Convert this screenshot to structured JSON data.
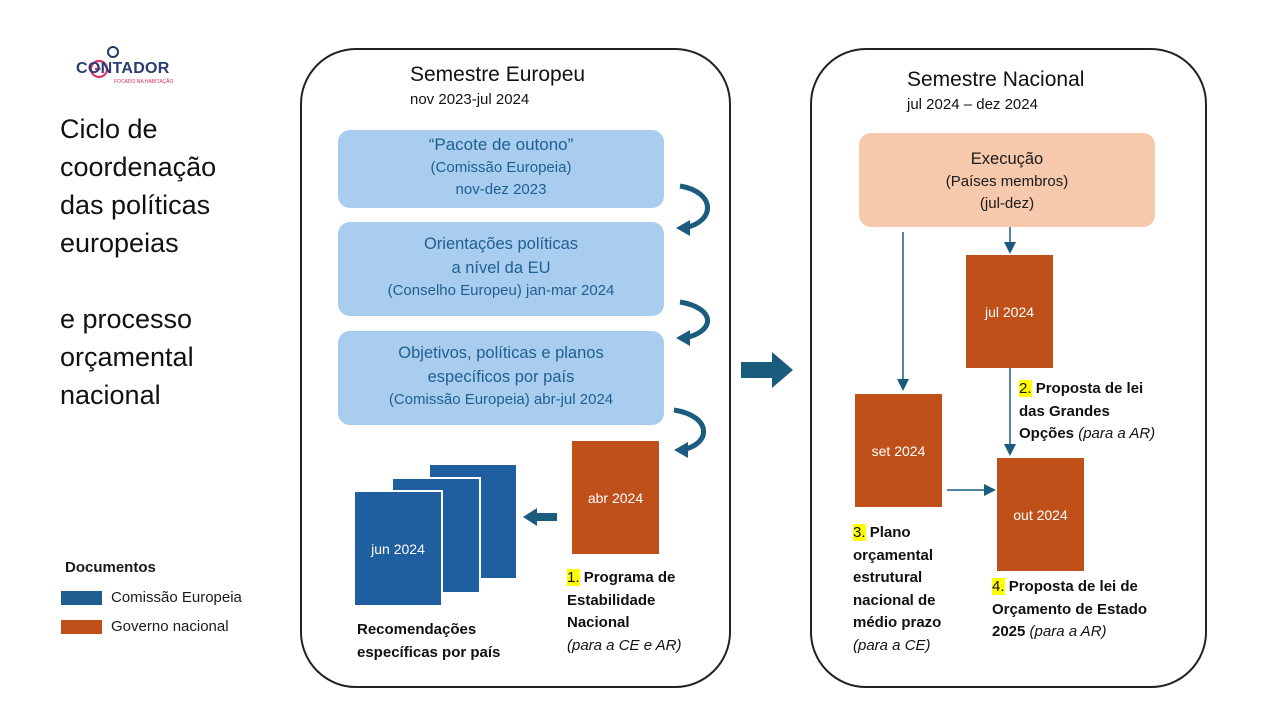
{
  "logo": {
    "text": "CONTADOR",
    "tagline": "FOCADO NA HABITAÇÃO"
  },
  "main_title": {
    "lines": [
      "Ciclo de",
      "coordenação",
      "das políticas",
      "europeias",
      "",
      "e processo",
      "orçamental",
      "nacional"
    ]
  },
  "legend": {
    "title": "Documentos",
    "items": [
      {
        "label": "Comissão Europeia",
        "color": "#1f5f8f"
      },
      {
        "label": "Governo nacional",
        "color": "#c0501a"
      }
    ]
  },
  "eu_panel": {
    "title": "Semestre Europeu",
    "dates": "nov 2023-jul 2024",
    "boxes": [
      {
        "line1": "“Pacote de outono”",
        "line2": "(Comissão Europeia)",
        "line3": "nov-dez 2023"
      },
      {
        "line1": "Orientações políticas",
        "line2": "a nível da EU",
        "line3": "(Conselho Europeu) jan-mar 2024"
      },
      {
        "line1": "Objetivos, políticas e planos",
        "line2": "específicos por país",
        "line3": "(Comissão Europeia) abr-jul 2024"
      }
    ],
    "doc_orange": "abr 2024",
    "doc_blue": "jun 2024",
    "caption_1": {
      "num": "1.",
      "bold1": "Programa de",
      "bold2": "Estabilidade",
      "bold3": "Nacional",
      "italic": "(para a CE e AR)"
    },
    "caption_blue": {
      "line1": "Recomendações",
      "line2": "específicas por país"
    }
  },
  "nat_panel": {
    "title": "Semestre Nacional",
    "dates": "jul 2024 – dez 2024",
    "exec": {
      "line1": "Execução",
      "line2": "(Países membros)",
      "line3": "(jul-dez)"
    },
    "doc_jul": "jul 2024",
    "doc_set": "set 2024",
    "doc_out": "out 2024",
    "caption_2": {
      "num": "2.",
      "bold1": "Proposta de lei",
      "bold2": "das Grandes",
      "bold3": "Opções",
      "italic": "(para a AR)"
    },
    "caption_3": {
      "num": "3.",
      "bold1": "Plano",
      "bold2": "orçamental",
      "bold3": "estrutural",
      "bold4": "nacional de",
      "bold5": "médio prazo",
      "italic": "(para a CE)"
    },
    "caption_4": {
      "num": "4.",
      "bold1": "Proposta de lei de",
      "bold2": "Orçamento de Estado",
      "bold3": "2025",
      "italic": "(para a AR)"
    }
  },
  "colors": {
    "arrow": "#1b5c7e",
    "panel_border": "#222222",
    "blue_box": "#a9cdee",
    "exec_box": "#f6c8ac",
    "orange_doc": "#c0501a",
    "blue_doc": "#1f5f9f"
  }
}
